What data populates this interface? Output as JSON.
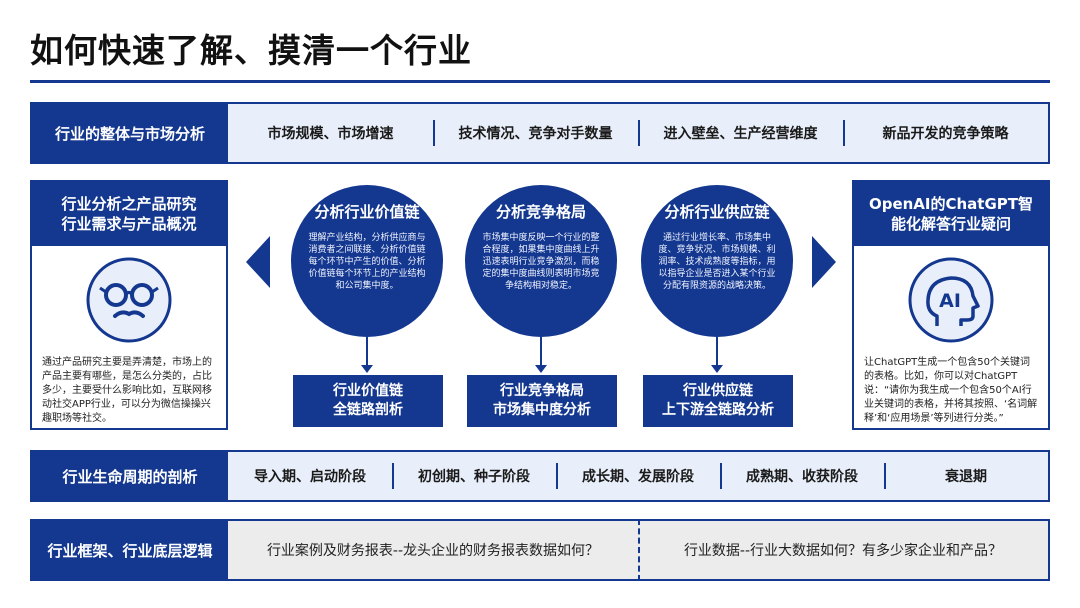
{
  "title": "如何快速了解、摸清一个行业",
  "top_band": {
    "label": "行业的整体与市场分析",
    "items": [
      "市场规模、市场增速",
      "技术情况、竞争对手数量",
      "进入壁垒、生产经营维度",
      "新品开发的竞争策略"
    ]
  },
  "left_panel": {
    "title_line1": "行业分析之产品研究",
    "title_line2": "行业需求与产品概况",
    "icon": "glasses-mustache-face-icon",
    "text": "通过产品研究主要是弄清楚，市场上的产品主要有哪些，是怎么分类的，占比多少，主要受什么影响比如，互联网移动社交APP行业，可以分为微信操操兴趣职场等社交。"
  },
  "right_panel": {
    "title_line1": "OpenAI的ChatGPT智",
    "title_line2": "能化解答行业疑问",
    "icon": "ai-head-icon",
    "icon_text": "AI",
    "text": "让ChatGPT生成一个包含50个关键词的表格。比如，你可以对ChatGPT说：“请你为我生成一个包含50个AI行业关键词的表格，并将其按照、‘名词解释’和‘应用场景’等列进行分类。”"
  },
  "circles": [
    {
      "title": "分析行业价值链",
      "text": "理解产业结构，分析供应商与消费者之间联接、分析价值链每个环节中产生的价值、分析价值链每个环节上的产业结构和公司集中度。",
      "box_line1": "行业价值链",
      "box_line2": "全链路剖析"
    },
    {
      "title": "分析竞争格局",
      "text": "市场集中度反映一个行业的整合程度，如果集中度曲线上升迅速表明行业竞争激烈，而稳定的集中度曲线则表明市场竞争结构相对稳定。",
      "box_line1": "行业竞争格局",
      "box_line2": "市场集中度分析"
    },
    {
      "title": "分析行业供应链",
      "text": "通过行业增长率、市场集中度、竞争状况、市场规模、利润率、技术成熟度等指标，用以指导企业是否进入某个行业分配有限资源的战略决策。",
      "box_line1": "行业供应链",
      "box_line2": "上下游全链路分析"
    }
  ],
  "lifecycle_band": {
    "label": "行业生命周期的剖析",
    "items": [
      "导入期、启动阶段",
      "初创期、种子阶段",
      "成长期、发展阶段",
      "成熟期、收获阶段",
      "衰退期"
    ]
  },
  "bottom_band": {
    "label": "行业框架、行业底层逻辑",
    "items": [
      "行业案例及财务报表--龙头企业的财务报表数据如何？",
      "行业数据--行业大数据如何？有多少家企业和产品？"
    ]
  },
  "colors": {
    "primary": "#14388f",
    "light_bg": "#e9effa",
    "gray_bg": "#ececec"
  }
}
